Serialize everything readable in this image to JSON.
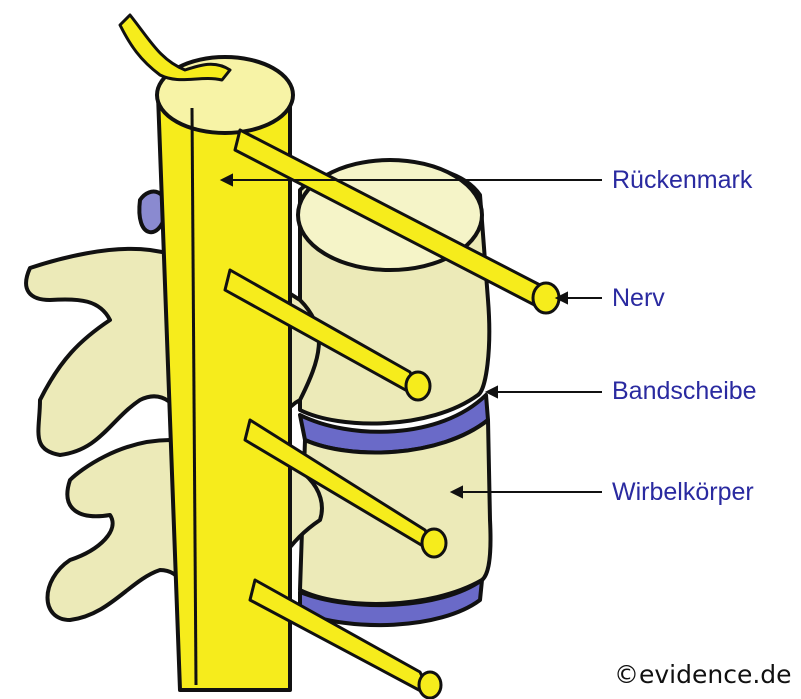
{
  "labels": {
    "spinal_cord": "Rückenmark",
    "nerve": "Nerv",
    "disc": "Bandscheibe",
    "vertebral_body": "Wirbelkörper"
  },
  "copyright": "©evidence.de",
  "colors": {
    "label_text": "#2a2aa0",
    "bone": "#f1f0bd",
    "nerve": "#f6ec1c",
    "disc": "#6a6ac8",
    "outline": "#111111",
    "pointer": "#111111"
  }
}
